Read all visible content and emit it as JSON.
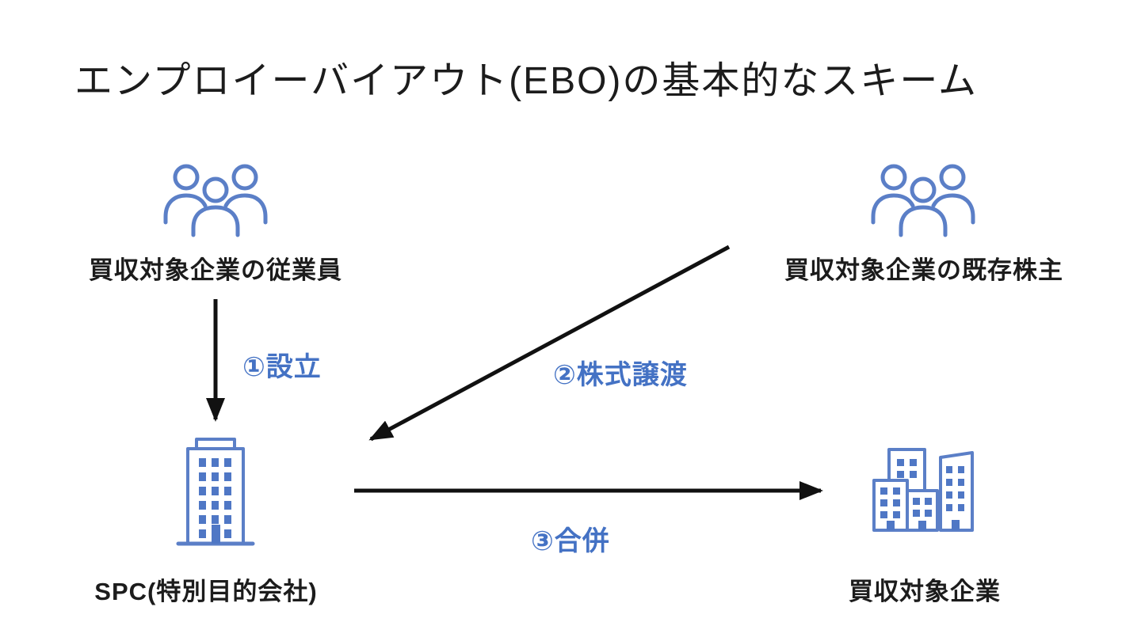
{
  "title": "エンプロイーバイアウト(EBO)の基本的なスキーム",
  "nodes": {
    "employees": {
      "label": "買収対象企業の従業員",
      "icon": "people-group-icon"
    },
    "shareholders": {
      "label": "買収対象企業の既存株主",
      "icon": "people-group-icon"
    },
    "spc": {
      "label": "SPC(特別目的会社)",
      "icon": "office-building-icon"
    },
    "target": {
      "label": "買収対象企業",
      "icon": "buildings-cluster-icon"
    }
  },
  "edges": [
    {
      "id": "establish",
      "label": "①設立",
      "from": "employees",
      "to": "spc"
    },
    {
      "id": "share-transfer",
      "label": "②株式譲渡",
      "from": "shareholders",
      "to": "spc"
    },
    {
      "id": "merger",
      "label": "③合併",
      "from": "spc",
      "to": "target"
    }
  ],
  "colors": {
    "accent_blue": "#4472c4",
    "icon_blue": "#5b7fc7",
    "arrow_black": "#111111",
    "text_black": "#1c1c1c",
    "background": "#ffffff"
  }
}
